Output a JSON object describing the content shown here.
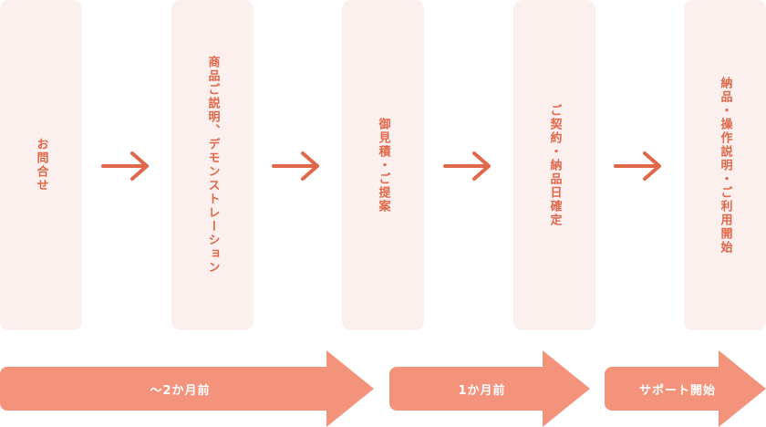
{
  "steps": [
    {
      "label": "お問合せ"
    },
    {
      "label": "商品ご説明、デモンストレーション"
    },
    {
      "label": "御見積・ご提案"
    },
    {
      "label": "ご契約・納品日確定"
    },
    {
      "label": "納品・操作説明・ご利用開始"
    }
  ],
  "phases": [
    {
      "label": "〜2か月前"
    },
    {
      "label": "1か月前"
    },
    {
      "label": "サポート開始"
    }
  ],
  "colors": {
    "step_bg": "#fcf0ee",
    "accent": "#e0674a",
    "phase_arrow": "#f4937c"
  }
}
